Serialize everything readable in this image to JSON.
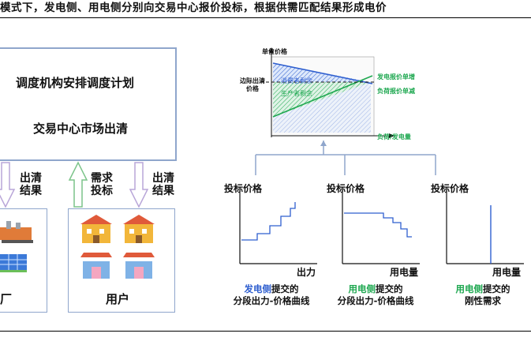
{
  "caption": "模式下，发电侧、用电侧分别向交易中心报价投标，根据供需匹配结果形成电价",
  "left": {
    "dispatch_plan": "调度机构安排调度计划",
    "market_clearing": "交易中心市场出清",
    "arrow1": "出清结果",
    "arrow2": "需求投标",
    "arrow3": "出清结果",
    "plant_label": "厂",
    "user_label": "用户"
  },
  "top_chart": {
    "y_label": "单位价格",
    "margin_price": "边际出清价格",
    "consumer_surplus": "消费者剩余",
    "producer_surplus": "生产者剩余",
    "supply_legend": "发电报价单增",
    "demand_legend": "负荷报价单减",
    "x_label": "负荷/发电量"
  },
  "panels": [
    {
      "y_label": "投标价格",
      "x_label": "出力",
      "cap_colored": "发电侧",
      "cap_rest": "提交的",
      "cap_line2": "分段出力-价格曲线"
    },
    {
      "y_label": "投标价格",
      "x_label": "用电量",
      "cap_colored": "用电侧",
      "cap_rest": "提交的",
      "cap_line2": "分段出力-价格曲线"
    },
    {
      "y_label": "投标价格",
      "x_label": "用电量",
      "cap_colored": "用电侧",
      "cap_rest": "提交的",
      "cap_line2": "刚性需求"
    }
  ],
  "colors": {
    "supply": "#1fa851",
    "demand": "#2f5fcf",
    "frame": "#8fa6cc",
    "arrow": "#b9a6d8"
  }
}
